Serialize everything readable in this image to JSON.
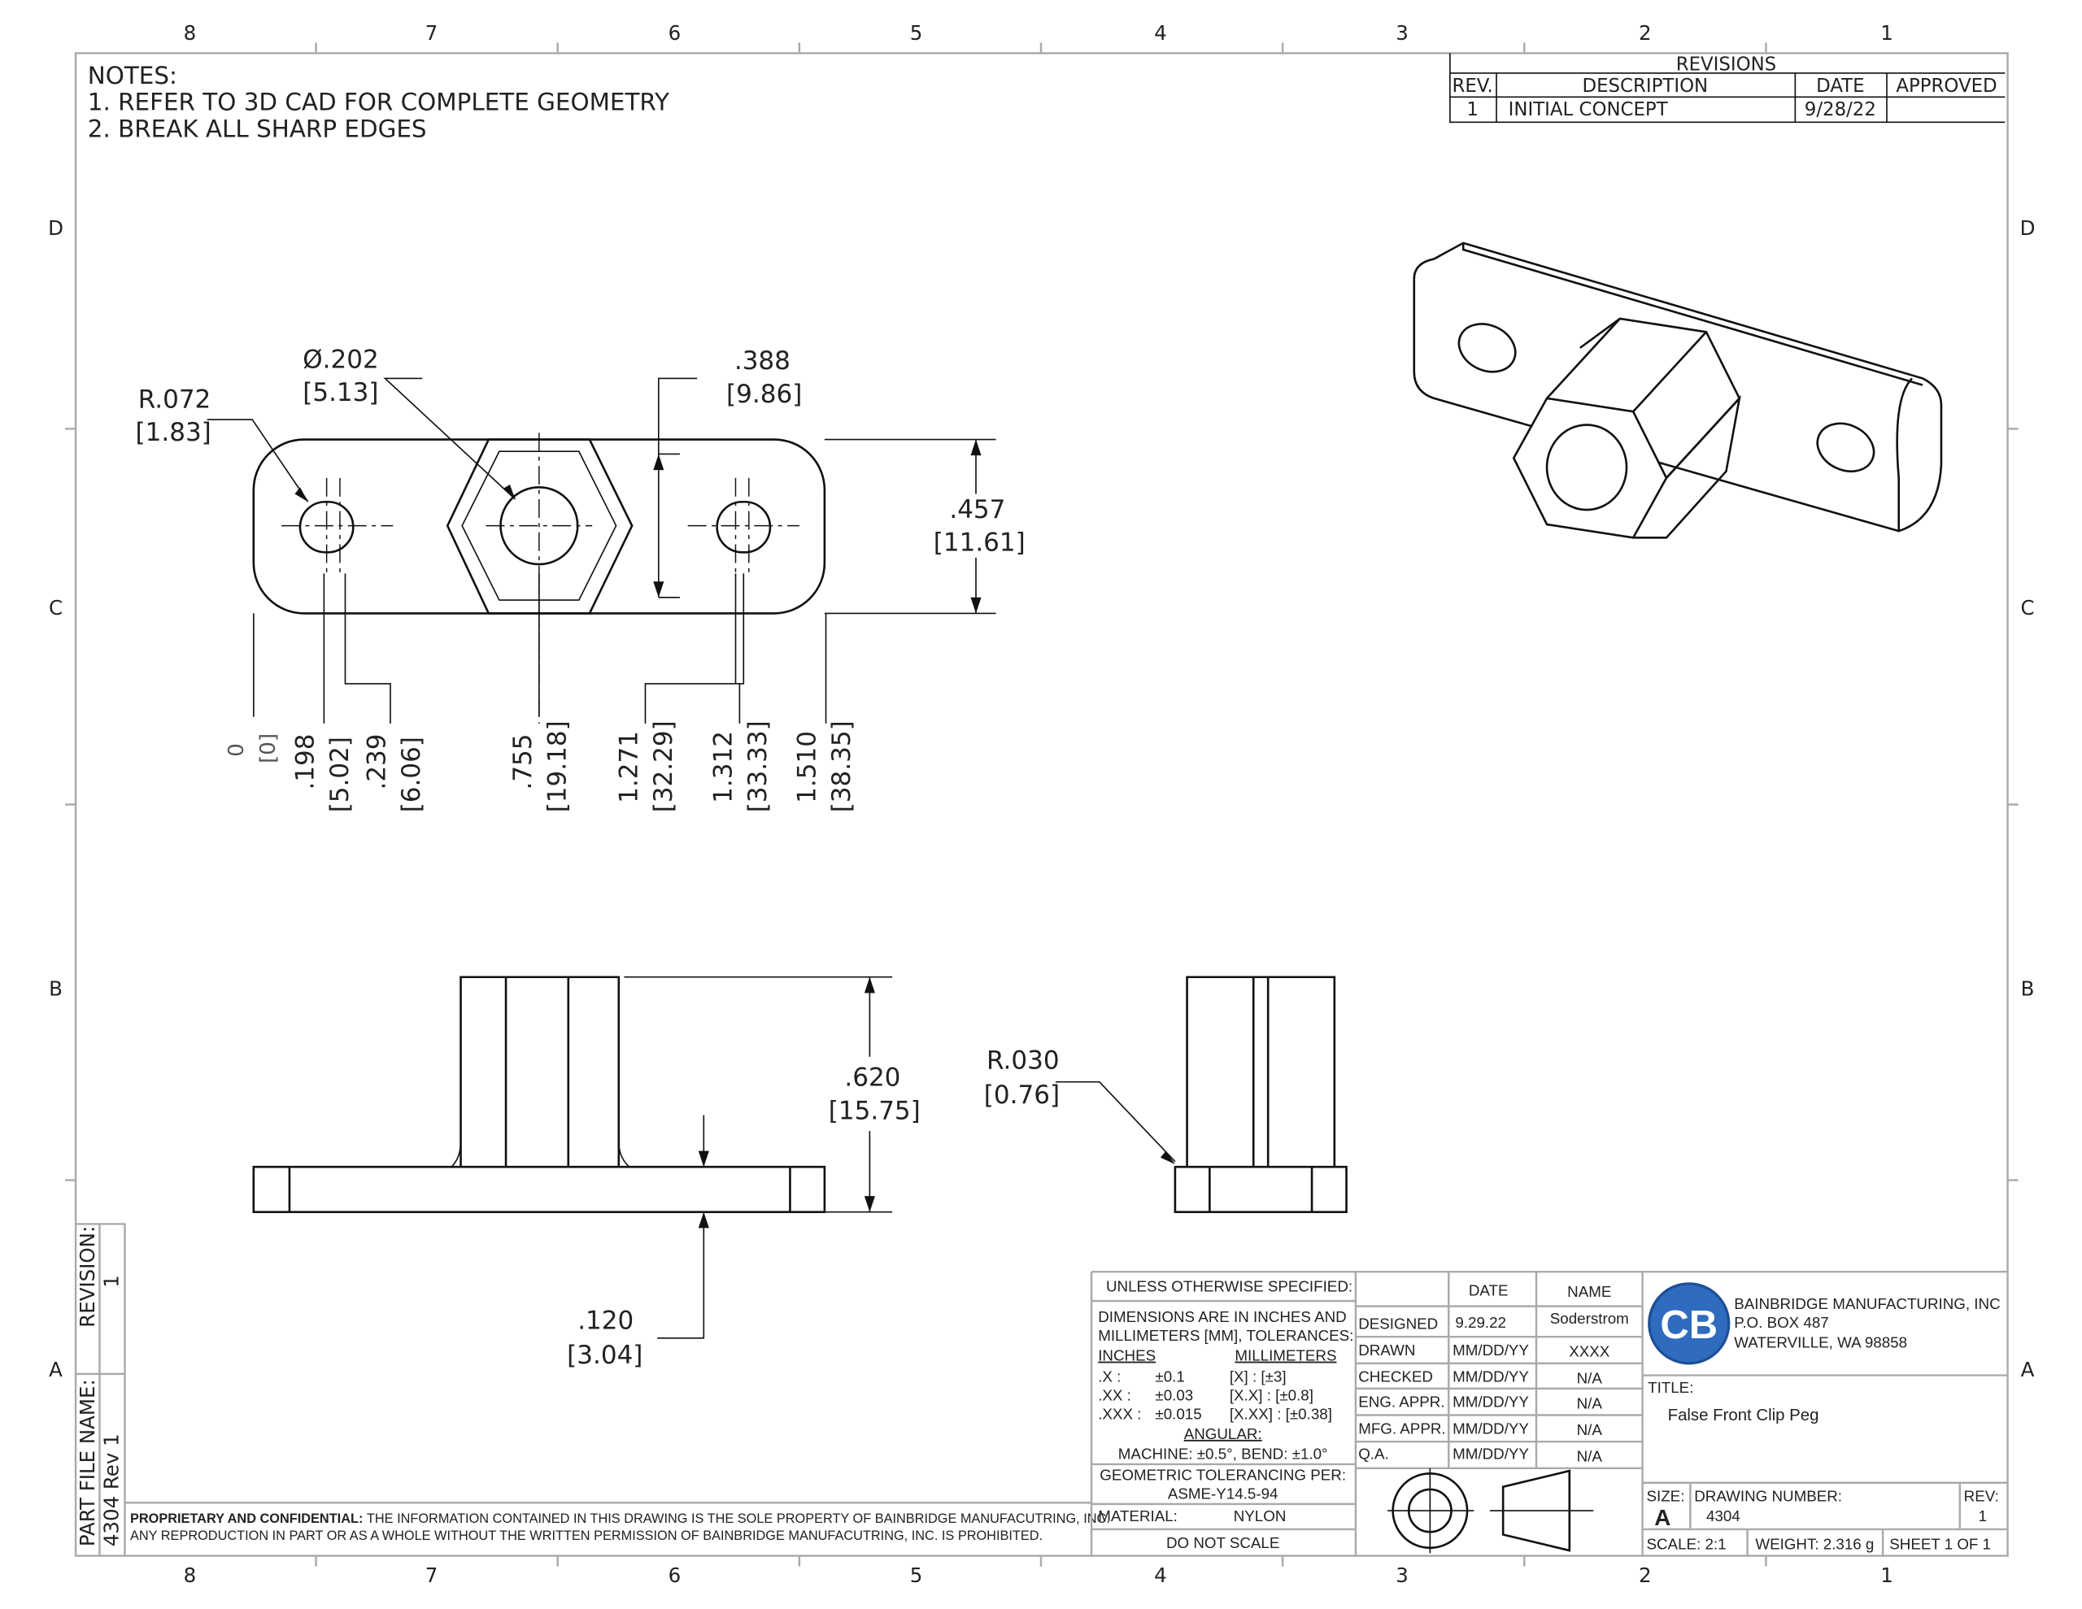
{
  "zones": {
    "cols": [
      "8",
      "7",
      "6",
      "5",
      "4",
      "3",
      "2",
      "1"
    ],
    "rows": [
      "D",
      "C",
      "B",
      "A"
    ]
  },
  "notes": {
    "title": "NOTES:",
    "items": [
      "1.  REFER TO 3D CAD FOR COMPLETE GEOMETRY",
      "2.  BREAK ALL SHARP EDGES"
    ]
  },
  "revisions": {
    "title": "REVISIONS",
    "headers": [
      "REV.",
      "DESCRIPTION",
      "DATE",
      "APPROVED"
    ],
    "rows": [
      [
        "1",
        "INITIAL CONCEPT",
        "9/28/22",
        ""
      ]
    ]
  },
  "top_view": {
    "radius": [
      "R.072",
      "[1.83]"
    ],
    "diameter": [
      "Ø.202",
      "[5.13]"
    ],
    "across_flats": [
      ".388",
      "[9.86]"
    ],
    "height": [
      ".457",
      "[11.61]"
    ],
    "ordinates": [
      [
        "0",
        "[0]"
      ],
      [
        ".198",
        "[5.02]"
      ],
      [
        ".239",
        "[6.06]"
      ],
      [
        ".755",
        "[19.18]"
      ],
      [
        "1.271",
        "[32.29]"
      ],
      [
        "1.312",
        "[33.33]"
      ],
      [
        "1.510",
        "[38.35]"
      ]
    ]
  },
  "front_view": {
    "height": [
      ".620",
      "[15.75]"
    ],
    "thickness": [
      ".120",
      "[3.04]"
    ]
  },
  "side_view": {
    "fillet": [
      "R.030",
      "[0.76]"
    ]
  },
  "side_strip": {
    "revision_label": "REVISION:",
    "revision_value": "1",
    "file_label": "PART FILE NAME:",
    "file_value": "4304 Rev 1"
  },
  "confidential": {
    "bold": "PROPRIETARY AND CONFIDENTIAL:",
    "line1": "THE INFORMATION CONTAINED IN THIS DRAWING IS THE SOLE PROPERTY OF BAINBRIDGE MANUFACUTRING, INC.",
    "line2": "ANY REPRODUCTION IN PART OR AS A WHOLE WITHOUT THE WRITTEN PERMISSION OF BAINBRIDGE MANUFACUTRING, INC. IS PROHIBITED."
  },
  "title_block": {
    "unless": "UNLESS OTHERWISE SPECIFIED:",
    "dims1": "DIMENSIONS ARE IN INCHES AND",
    "dims2": "MILLIMETERS [MM], TOLERANCES:",
    "inches": "INCHES",
    "millimeters": "MILLIMETERS",
    "tol": [
      [
        ".X :",
        "±0.1",
        "[X]     : [±3]"
      ],
      [
        ".XX :",
        "±0.03",
        "[X.X]   : [±0.8]"
      ],
      [
        ".XXX :",
        "±0.015",
        "[X.XX] : [±0.38]"
      ]
    ],
    "angular": "ANGULAR:",
    "angular_values": "MACHINE: ±0.5°, BEND: ±1.0°",
    "gt1": "GEOMETRIC TOLERANCING PER:",
    "gt2": "ASME-Y14.5-94",
    "material_label": "MATERIAL:",
    "material": "NYLON",
    "do_not_scale": "DO NOT SCALE",
    "sig_headers": [
      "DATE",
      "NAME"
    ],
    "sig_rows": [
      [
        "DESIGNED",
        "9.29.22",
        "Soderstrom"
      ],
      [
        "DRAWN",
        "MM/DD/YY",
        "XXXX"
      ],
      [
        "CHECKED",
        "MM/DD/YY",
        "N/A"
      ],
      [
        "ENG. APPR.",
        "MM/DD/YY",
        "N/A"
      ],
      [
        "MFG. APPR.",
        "MM/DD/YY",
        "N/A"
      ],
      [
        "Q.A.",
        "MM/DD/YY",
        "N/A"
      ]
    ],
    "company": [
      "BAINBRIDGE MANUFACTURING, INC",
      "P.O. BOX 487",
      "WATERVILLE, WA 98858"
    ],
    "logo_text": "CB",
    "logo_color": "#2f6bbf",
    "title_label": "TITLE:",
    "title": "False Front Clip Peg",
    "size_label": "SIZE:",
    "size": "A",
    "dwg_label": "DRAWING NUMBER:",
    "dwg": "4304",
    "rev_label": "REV:",
    "rev": "1",
    "scale": "SCALE: 2:1",
    "weight": "WEIGHT: 2.316 g",
    "sheet": "SHEET 1 OF 1"
  }
}
